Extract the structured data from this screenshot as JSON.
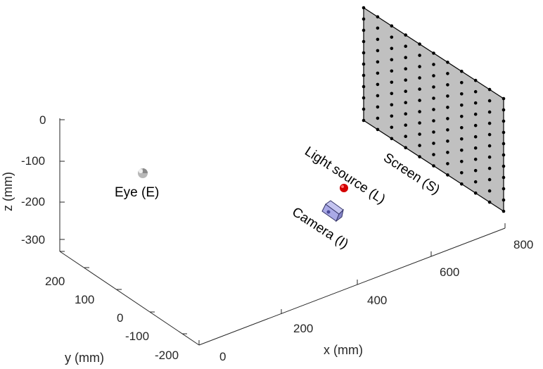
{
  "axes": {
    "x": {
      "label": "x (mm)",
      "ticks": [
        "0",
        "200",
        "400",
        "600",
        "800"
      ]
    },
    "y": {
      "label": "y (mm)",
      "ticks": [
        "-200",
        "-100",
        "0",
        "100",
        "200"
      ]
    },
    "z": {
      "label": "z (mm)",
      "ticks": [
        "0",
        "-100",
        "-200",
        "-300"
      ]
    }
  },
  "objects": {
    "eye": {
      "label": "Eye (E)",
      "color": "#b0b0b0"
    },
    "light": {
      "label": "Light source (L)",
      "color": "#d40000"
    },
    "camera": {
      "label": "Camera (I)",
      "color": "#9a9ae0"
    },
    "screen": {
      "label": "Screen (S)",
      "color": "#c0c0c0",
      "grid_points": "11 x 11"
    }
  }
}
